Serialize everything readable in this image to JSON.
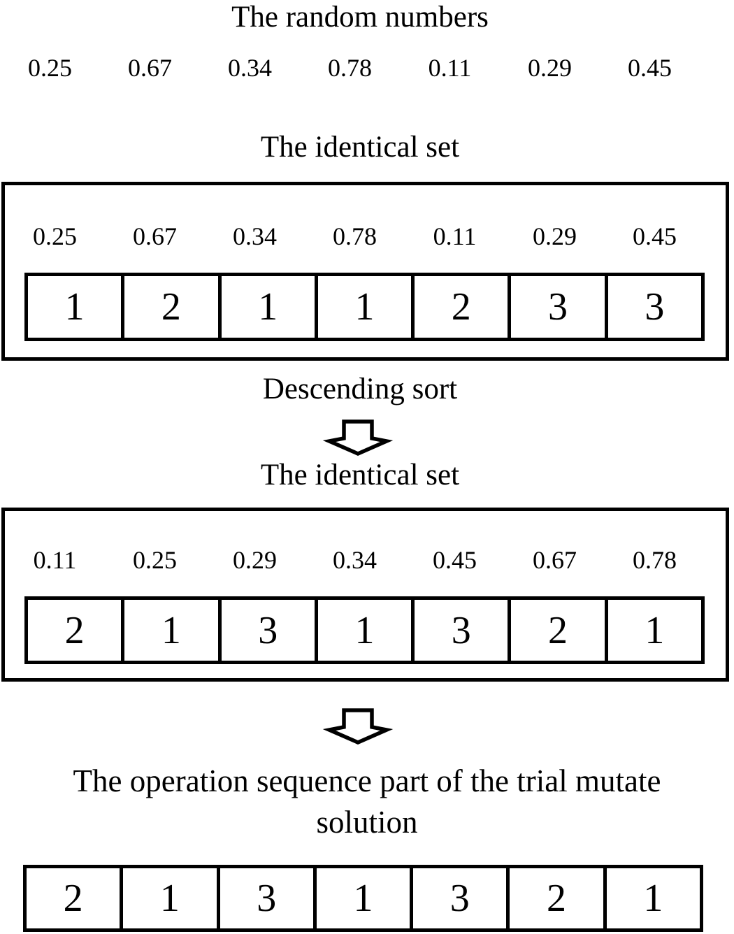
{
  "colors": {
    "ink": "#000000",
    "paper": "#ffffff"
  },
  "random_numbers": {
    "title": "The random numbers",
    "values": [
      "0.25",
      "0.67",
      "0.34",
      "0.78",
      "0.11",
      "0.29",
      "0.45"
    ]
  },
  "identical_set_initial": {
    "title": "The identical set",
    "random_values": [
      "0.25",
      "0.67",
      "0.34",
      "0.78",
      "0.11",
      "0.29",
      "0.45"
    ],
    "sequence": [
      "1",
      "2",
      "1",
      "1",
      "2",
      "3",
      "3"
    ]
  },
  "sort_step": {
    "label": "Descending sort"
  },
  "identical_set_sorted": {
    "title": "The identical set",
    "random_values": [
      "0.11",
      "0.25",
      "0.29",
      "0.34",
      "0.45",
      "0.67",
      "0.78"
    ],
    "sequence": [
      "2",
      "1",
      "3",
      "1",
      "3",
      "2",
      "1"
    ]
  },
  "result": {
    "title_line1": "The operation sequence part of the trial mutate",
    "title_line2": "solution",
    "sequence": [
      "2",
      "1",
      "3",
      "1",
      "3",
      "2",
      "1"
    ]
  }
}
